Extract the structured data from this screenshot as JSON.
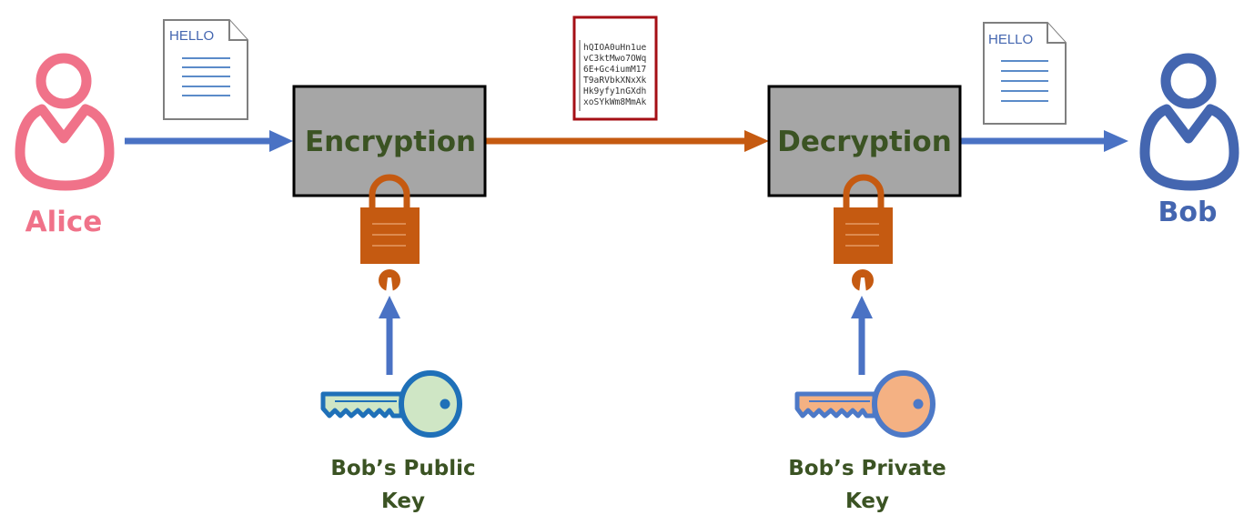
{
  "actors": {
    "sender": {
      "name": "Alice",
      "color": "#f07289"
    },
    "receiver": {
      "name": "Bob",
      "color": "#4466b0"
    }
  },
  "documents": {
    "plaintext_in": "HELLO",
    "plaintext_out": "HELLO",
    "ciphertext_lines": [
      "hQIOA0uHn1ue",
      "vC3ktMwo7OWq",
      "6E+Gc4iumM17",
      "T9aRVbkXNxXk",
      "Hk9yfy1nGXdh",
      "xoSYkWm8MmAk"
    ]
  },
  "processes": {
    "encrypt": "Encryption",
    "decrypt": "Decryption"
  },
  "keys": {
    "public": {
      "line1": "Bob’s Public",
      "line2": "Key",
      "fill": "#cfe6c5",
      "outline": "#1f70b8"
    },
    "private": {
      "line1": "Bob’s Private",
      "line2": "Key",
      "fill": "#f4b183",
      "outline": "#4d79c7"
    }
  },
  "colors": {
    "arrow_plain": "#4a72c4",
    "arrow_cipher": "#c55a11",
    "lock": "#c55a11",
    "box_fill": "#a6a6a6",
    "label_green": "#3b5323",
    "cipher_border": "#a50f15"
  }
}
